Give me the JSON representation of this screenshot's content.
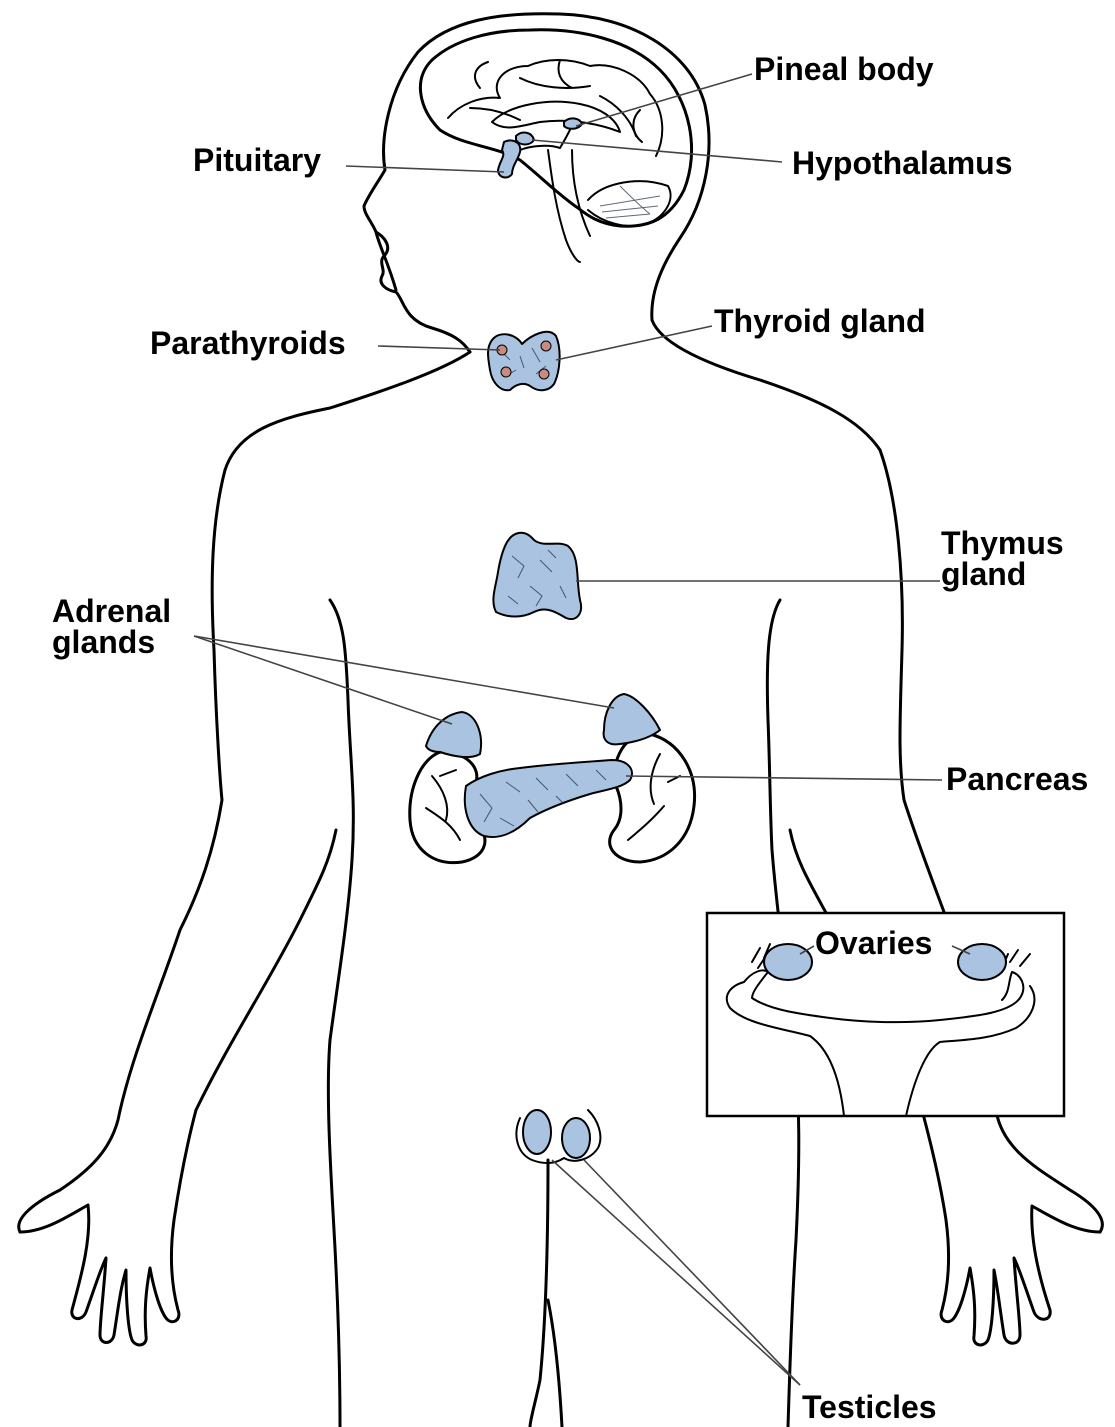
{
  "colors": {
    "gland": "#a9c3e0",
    "parathyroid_dot": "#c98a7f",
    "outline": "#000000",
    "leader": "#444444"
  },
  "labels": {
    "pineal_body": "Pineal body",
    "pituitary": "Pituitary",
    "hypothalamus": "Hypothalamus",
    "parathyroids": "Parathyroids",
    "thyroid_gland": "Thyroid gland",
    "thymus_gland_line1": "Thymus",
    "thymus_gland_line2": "gland",
    "adrenal_glands_line1": "Adrenal",
    "adrenal_glands_line2": "glands",
    "pancreas": "Pancreas",
    "ovaries": "Ovaries",
    "testicles": "Testicles"
  }
}
